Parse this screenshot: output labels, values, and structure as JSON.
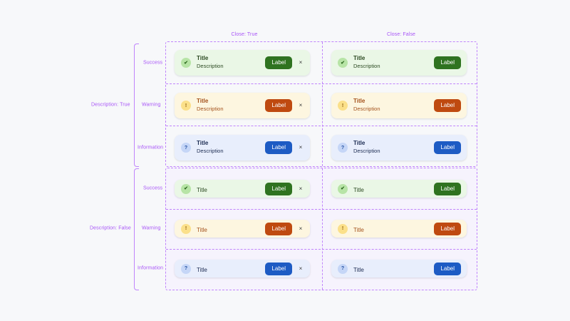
{
  "canvas": {
    "background": "#f7f8fa",
    "annotation_color": "#a855f7"
  },
  "column_headers": [
    {
      "label": "Close: True",
      "close": true
    },
    {
      "label": "Close: False",
      "close": false
    }
  ],
  "group_headers": [
    {
      "label": "Description: True",
      "description": true
    },
    {
      "label": "Description: False",
      "description": false
    }
  ],
  "row_headers": [
    "Success",
    "Warning",
    "Information"
  ],
  "variants": {
    "success": {
      "icon": "check-icon",
      "glyph": "✔",
      "title": "Title",
      "description": "Description",
      "button_label": "Label",
      "close_glyph": "×",
      "colors": {
        "bg": "#eaf7e6",
        "icon_bg": "#b7e4a6",
        "icon_fg": "#2f6b21",
        "text": "#2c4a22",
        "button": "#2f7320"
      }
    },
    "warning": {
      "icon": "exclamation-icon",
      "glyph": "!",
      "title": "Title",
      "description": "Description",
      "button_label": "Label",
      "close_glyph": "×",
      "colors": {
        "bg": "#fdf6e0",
        "icon_bg": "#fbe08a",
        "icon_fg": "#8a5a08",
        "text": "#a4521c",
        "button": "#bf4a10"
      }
    },
    "information": {
      "icon": "question-icon",
      "glyph": "?",
      "title": "Title",
      "description": "Description",
      "button_label": "Label",
      "close_glyph": "×",
      "colors": {
        "bg": "#e8eefc",
        "icon_bg": "#c5d6f7",
        "icon_fg": "#1f4ea1",
        "text": "#1c2c52",
        "button": "#1d5bc4"
      }
    }
  }
}
